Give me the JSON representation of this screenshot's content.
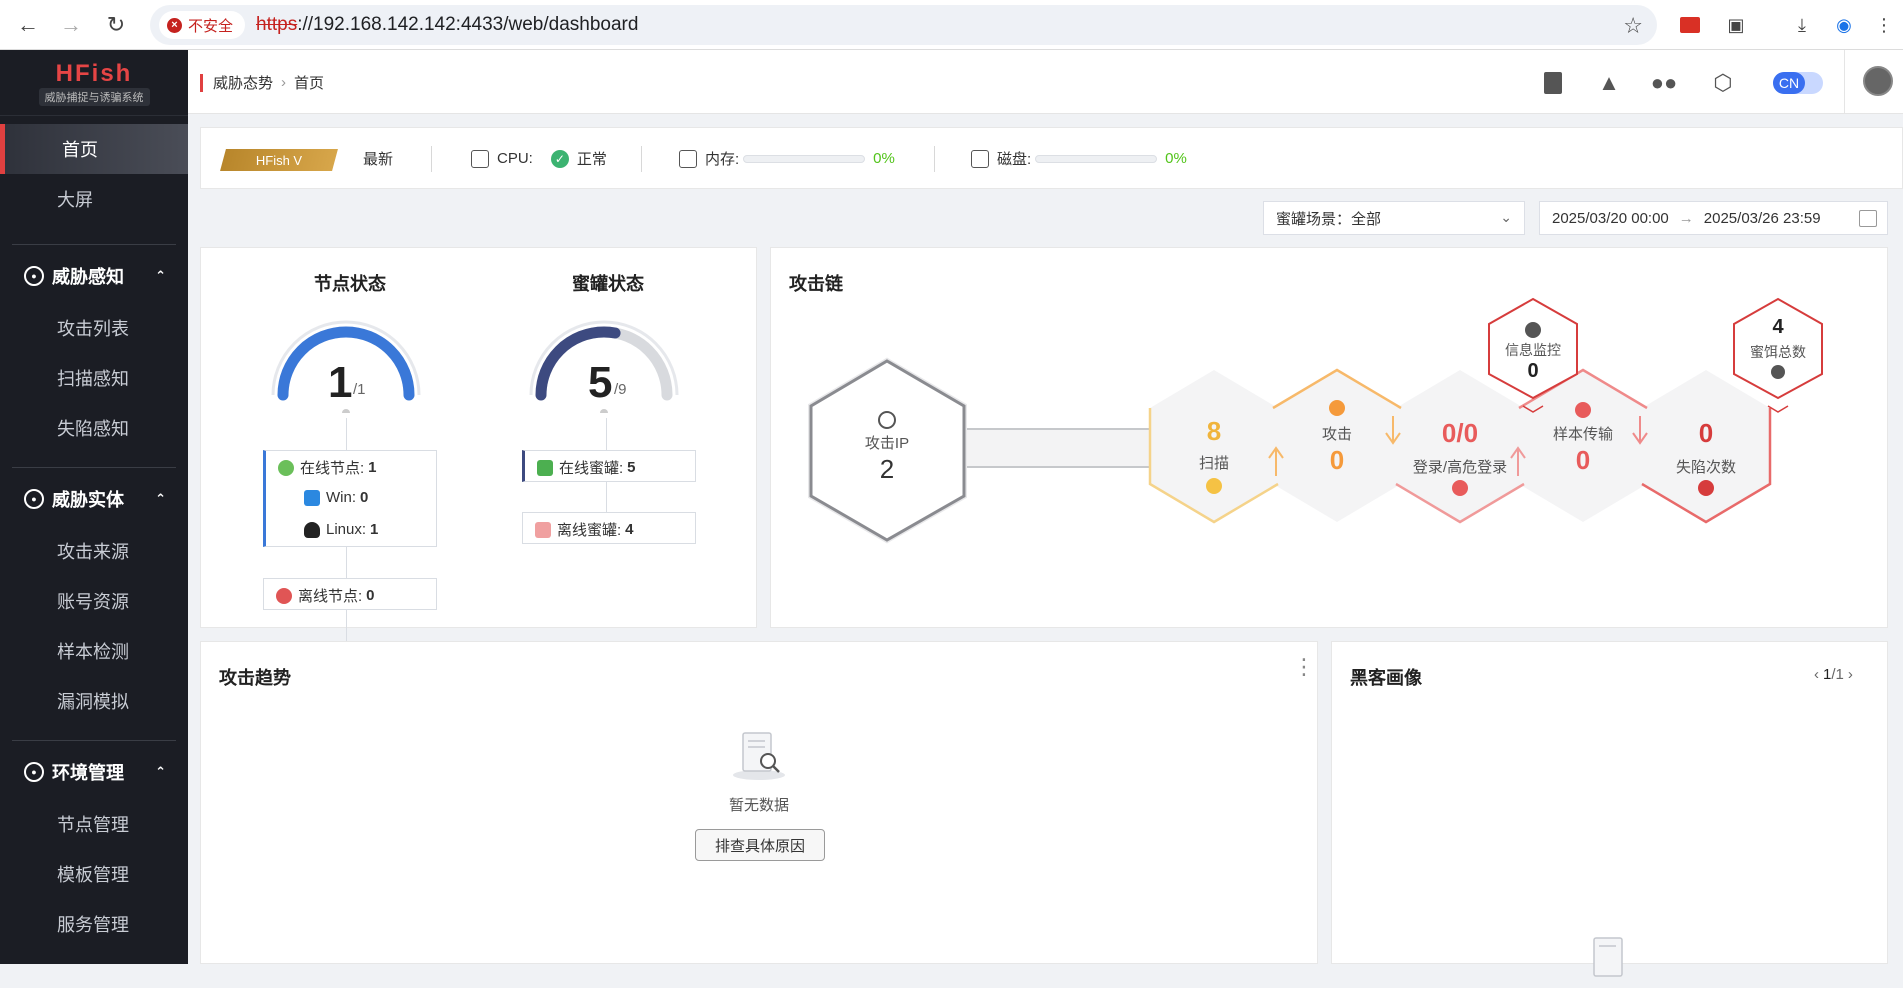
{
  "browser": {
    "insecure_label": "不安全",
    "url_scheme": "https",
    "url_rest": "://192.168.142.142:4433/web/dashboard"
  },
  "sidebar": {
    "brand": "HFish",
    "subtitle": "威胁捕捉与诱骗系统",
    "top_items": [
      {
        "label": "首页"
      },
      {
        "label": "大屏"
      }
    ],
    "groups": [
      {
        "label": "威胁感知",
        "items": [
          "攻击列表",
          "扫描感知",
          "失陷感知"
        ]
      },
      {
        "label": "威胁实体",
        "items": [
          "攻击来源",
          "账号资源",
          "样本检测",
          "漏洞模拟"
        ]
      },
      {
        "label": "环境管理",
        "items": [
          "节点管理",
          "模板管理",
          "服务管理"
        ]
      }
    ]
  },
  "header": {
    "breadcrumb": [
      "威胁态势",
      "首页"
    ],
    "lang": "CN"
  },
  "status": {
    "version": "HFish V",
    "version_state": "最新",
    "cpu_label": "CPU:",
    "cpu_state": "正常",
    "mem_label": "内存:",
    "mem_pct": "0%",
    "mem_value": 0,
    "disk_label": "磁盘:",
    "disk_pct": "0%",
    "disk_value": 0
  },
  "filters": {
    "scene_label": "蜜罐场景：全部",
    "date_start": "2025/03/20 00:00",
    "date_end": "2025/03/26 23:59"
  },
  "node_status": {
    "title": "节点状态",
    "value": "1",
    "total": "/1",
    "fraction": 1.0,
    "online_label": "在线节点:",
    "online_value": "1",
    "win_label": "Win:",
    "win_value": "0",
    "linux_label": "Linux:",
    "linux_value": "1",
    "offline_label": "离线节点:",
    "offline_value": "0"
  },
  "honeypot_status": {
    "title": "蜜罐状态",
    "value": "5",
    "total": "/9",
    "fraction": 0.556,
    "online_label": "在线蜜罐:",
    "online_value": "5",
    "offline_label": "离线蜜罐:",
    "offline_value": "4"
  },
  "attack_chain": {
    "title": "攻击链",
    "attack_ip_label": "攻击IP",
    "attack_ip_value": "2",
    "scan_label": "扫描",
    "scan_value": "8",
    "attack_label": "攻击",
    "attack_value": "0",
    "login_label": "登录/高危登录",
    "login_value": "0/0",
    "sample_label": "样本传输",
    "sample_value": "0",
    "compromise_label": "失陷次数",
    "compromise_value": "0",
    "monitor_label": "信息监控",
    "monitor_value": "0",
    "bait_label": "蜜饵总数",
    "bait_value": "4"
  },
  "attack_trend": {
    "title": "攻击趋势",
    "empty": "暂无数据",
    "button": "排查具体原因"
  },
  "hacker_profile": {
    "title": "黑客画像",
    "page": "1",
    "page_total": "/1"
  },
  "colors": {
    "accent_red": "#e04040",
    "gauge_blue": "#3a78d8",
    "gauge_navy": "#3d4a80",
    "ok_green": "#52c41a",
    "scan_yellow": "#f2c25b",
    "attack_orange": "#f5a23b",
    "danger_red": "#e85b5b"
  }
}
